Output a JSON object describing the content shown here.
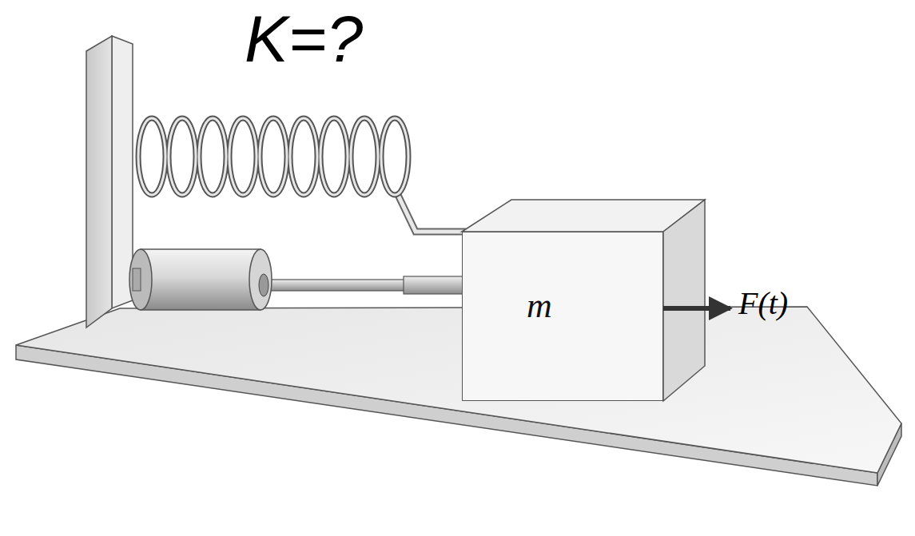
{
  "diagram": {
    "nodes": [
      {
        "text": [
          "m"
        ]
      }
    ],
    "labels": [
      "K=?",
      "F(t)"
    ]
  }
}
